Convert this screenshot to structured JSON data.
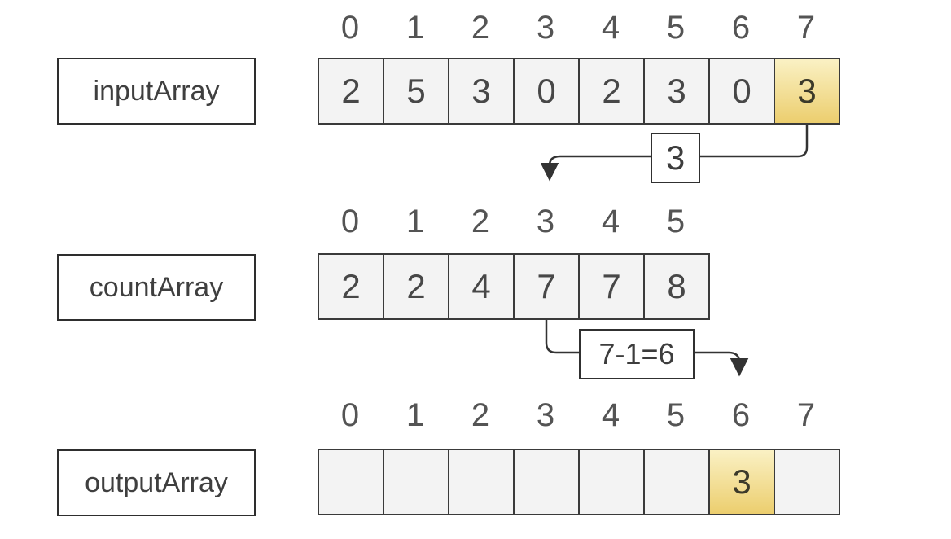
{
  "diagram": {
    "title": "counting-sort-step-diagram",
    "colors": {
      "cell_bg": "#f3f3f3",
      "cell_border": "#3a3a3a",
      "highlight_top": "#faf1c4",
      "highlight_bottom": "#ecce6e",
      "value_text": "#474747",
      "index_text": "#545454",
      "arrow": "#333333",
      "page_bg": "#ffffff"
    },
    "rows": [
      {
        "label": "inputArray",
        "indices": [
          "0",
          "1",
          "2",
          "3",
          "4",
          "5",
          "6",
          "7"
        ],
        "values": [
          "2",
          "5",
          "3",
          "0",
          "2",
          "3",
          "0",
          "3"
        ],
        "highlight_index": 7
      },
      {
        "label": "countArray",
        "indices": [
          "0",
          "1",
          "2",
          "3",
          "4",
          "5"
        ],
        "values": [
          "2",
          "2",
          "4",
          "7",
          "7",
          "8"
        ],
        "highlight_index": null
      },
      {
        "label": "outputArray",
        "indices": [
          "0",
          "1",
          "2",
          "3",
          "4",
          "5",
          "6",
          "7"
        ],
        "values": [
          "",
          "",
          "",
          "",
          "",
          "",
          "3",
          ""
        ],
        "highlight_index": 6
      }
    ],
    "annotations": [
      {
        "label": "3"
      },
      {
        "label": "7-1=6"
      }
    ]
  }
}
